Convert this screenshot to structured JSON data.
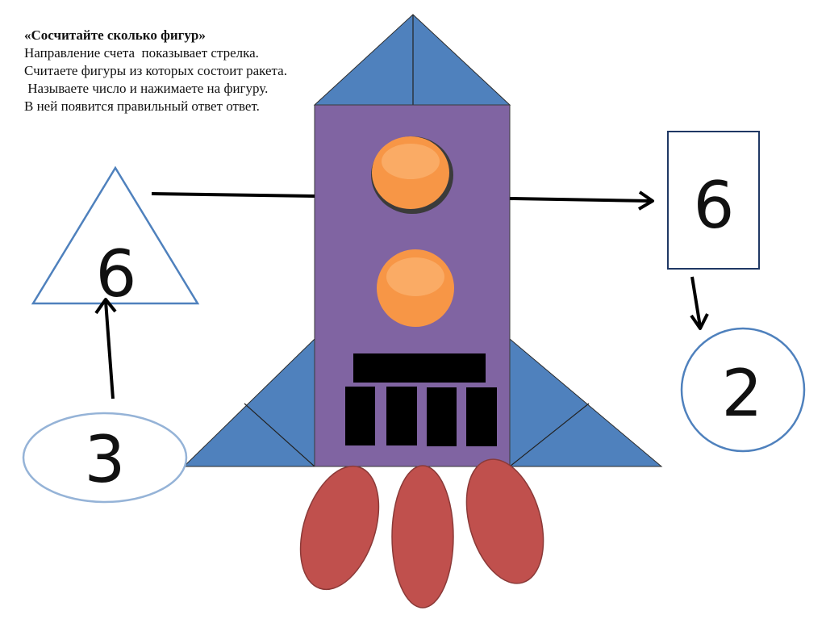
{
  "instructions": {
    "title": "«Сосчитайте сколько фигур»",
    "line1": "Направление счета  показывает стрелка.",
    "line2": "Считаете фигуры из которых состоит ракета.",
    "line3": " Называете число и нажимаете на фигуру.",
    "line4": "В ней появится правильный ответ ответ."
  },
  "answers": {
    "triangle": "6",
    "rectangle": "6",
    "circle": "2",
    "oval": "3"
  },
  "colors": {
    "rocket_blue": "#4f81bd",
    "rocket_body": "#8064a2",
    "window_orange": "#f79646",
    "flame_red": "#c0504d",
    "outline_blue": "#4f81bd"
  }
}
